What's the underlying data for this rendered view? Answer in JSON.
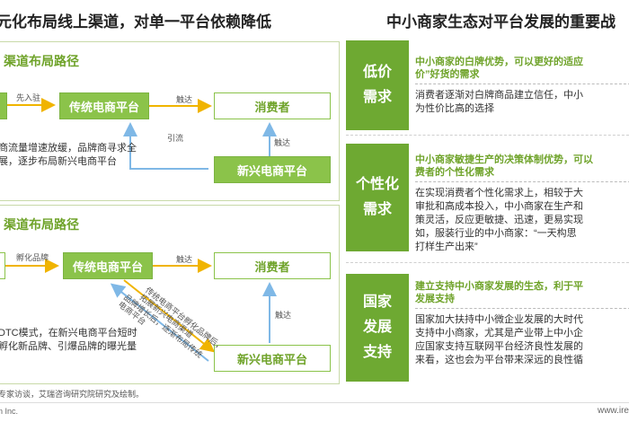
{
  "left": {
    "title": "元化布局线上渠道，对单一平台依赖降低",
    "top": {
      "heading": "渠道布局路径",
      "first_entry": "先入驻",
      "traditional": "传统电商平台",
      "consumer": "消费者",
      "emerging": "新兴电商平台",
      "reach_1": "触达",
      "reach_2": "触达",
      "guide": "引流",
      "note": [
        "商流量增速放缓，品牌商寻求全",
        "展，逐步布局新兴电商平台"
      ]
    },
    "bottom": {
      "heading": "渠道布局路径",
      "incubate": "孵化品牌",
      "traditional": "传统电商平台",
      "consumer": "消费者",
      "emerging": "新兴电商平台",
      "reach_1": "触达",
      "reach_2": "触达",
      "diag_1": [
        "传统电商平台孵化品牌后，",
        "拓展新兴电商渠道"
      ],
      "diag_2": [
        "品牌增长后，逐渐布局传统",
        "电商平台"
      ],
      "note": [
        "DTC模式，在新兴电商平台短时",
        "孵化新品牌、引爆品牌的曝光量"
      ]
    }
  },
  "right": {
    "title": "中小商家生态对平台发展的重要战",
    "rows": [
      {
        "label": [
          "低价",
          "需求"
        ],
        "head": [
          "中小商家的白牌优势，可以更好的适应",
          "价”好货的需求"
        ],
        "body": [
          "消费者逐渐对白牌商品建立信任，中小",
          "为性价比高的选择"
        ]
      },
      {
        "label": [
          "个性化",
          "需求"
        ],
        "head": [
          "中小商家敏捷生产的决策体制优势，可以",
          "费者的个性化需求"
        ],
        "body": [
          "在实现消费者个性化需求上，相较于大",
          "审批和高成本投入，中小商家在生产和",
          "策灵活，反应更敏捷、迅速，更易实现",
          "如，服装行业的中小商家：“一天构思",
          "打样生产出来”"
        ]
      },
      {
        "label": [
          "国家",
          "发展",
          "支持"
        ],
        "head": [
          "建立支持中小商家发展的生态，利于平",
          "发展支持"
        ],
        "body": [
          "国家加大扶持中小微企业发展的大时代",
          "支持中小商家，尤其是产业带上中小企",
          "应国家支持互联网平台经济良性发展的",
          "来看，这也会为平台带来深远的良性循"
        ]
      }
    ]
  },
  "source": "专家访谈，艾瑞咨询研究院研究及绘制。",
  "footer_left": "n Inc.",
  "footer_right": "www.ire"
}
